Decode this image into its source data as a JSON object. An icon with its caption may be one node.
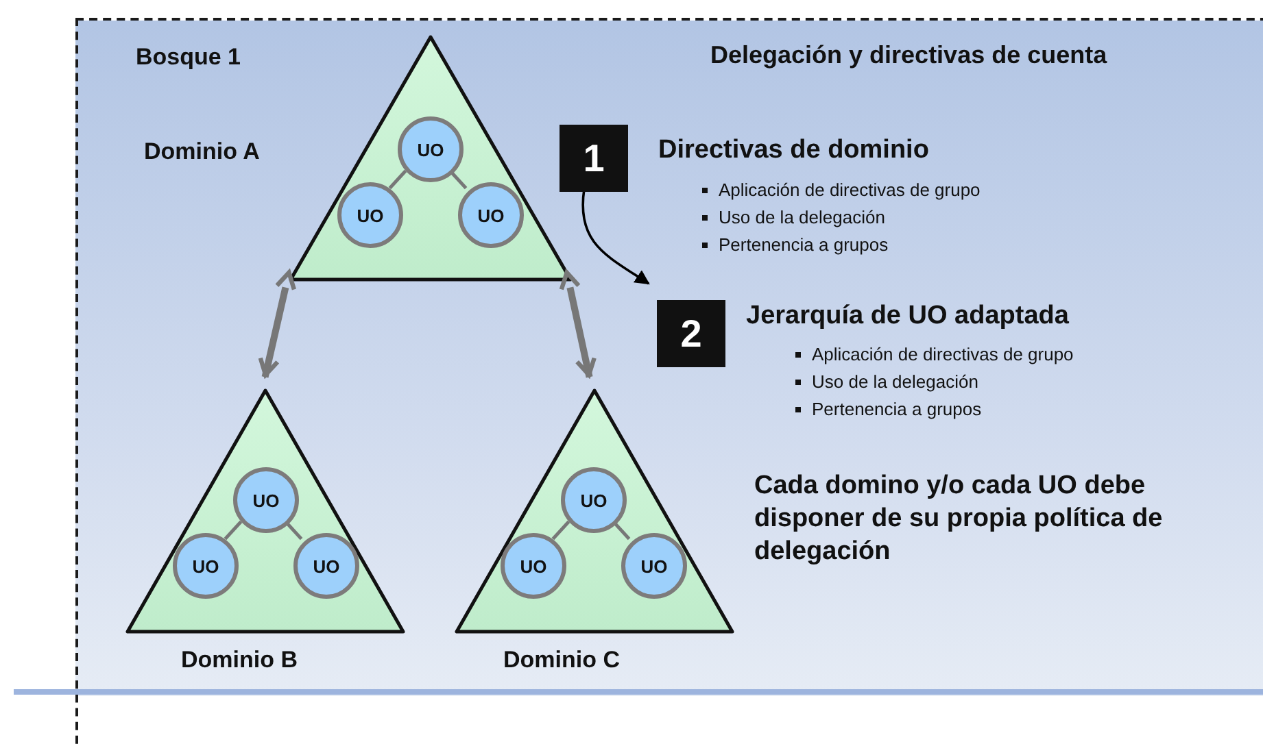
{
  "diagram": {
    "nodes": [
      {
        "text": [
          "Bosque 1"
        ]
      },
      {
        "text": [
          "Dominio A"
        ],
        "in": 0
      },
      {
        "text": [
          "UO"
        ],
        "in": 1
      },
      {
        "text": [
          "UO"
        ],
        "in": 1
      },
      {
        "text": [
          "UO"
        ],
        "in": 1
      },
      {
        "text": [
          "Dominio B"
        ],
        "in": 0
      },
      {
        "text": [
          "UO"
        ],
        "in": 5
      },
      {
        "text": [
          "UO"
        ],
        "in": 5
      },
      {
        "text": [
          "UO"
        ],
        "in": 5
      },
      {
        "text": [
          "Dominio C"
        ],
        "in": 0
      },
      {
        "text": [
          "UO"
        ],
        "in": 9
      },
      {
        "text": [
          "UO"
        ],
        "in": 9
      },
      {
        "text": [
          "UO"
        ],
        "in": 9
      },
      {
        "text": [
          "1"
        ],
        "in": 0,
        "beside": [
          "Directivas de dominio",
          "Aplicación de directivas de grupo",
          "Uso de la delegación",
          "Pertenencia a grupos"
        ]
      },
      {
        "text": [
          "2"
        ],
        "in": 0,
        "beside": [
          "Jerarquía de UO adaptada",
          "Aplicación de directivas de grupo",
          "Uso de la delegación",
          "Pertenencia a grupos"
        ]
      }
    ],
    "edges": [
      {
        "from": 2,
        "to": 3,
        "arrow": "none"
      },
      {
        "from": 2,
        "to": 4,
        "arrow": "none"
      },
      {
        "from": 6,
        "to": 7,
        "arrow": "none"
      },
      {
        "from": 6,
        "to": 8,
        "arrow": "none"
      },
      {
        "from": 10,
        "to": 11,
        "arrow": "none"
      },
      {
        "from": 10,
        "to": 12,
        "arrow": "none"
      },
      {
        "from": 1,
        "to": 5,
        "arrow": "both",
        "style": "thick"
      },
      {
        "from": 1,
        "to": 9,
        "arrow": "both",
        "style": "thick"
      },
      {
        "from": 13,
        "to": 14,
        "arrow": "to",
        "color": "#000000"
      }
    ],
    "labels": [
      "Delegación y directivas de cuenta",
      "Cada domino y/o cada UO debe disponer de su propia política de delegación"
    ]
  }
}
